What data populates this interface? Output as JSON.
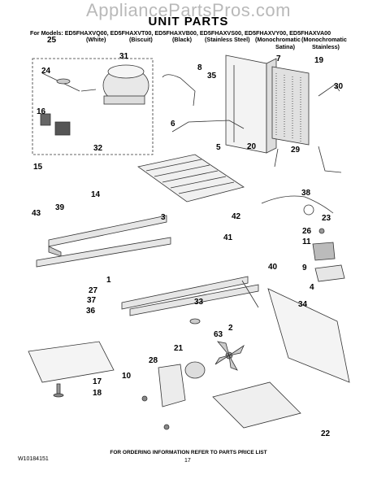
{
  "watermark": "AppliancePartsPros.com",
  "title": "UNIT PARTS",
  "models_line": "For Models: ED5FHAXVQ00, ED5FHAXVT00, ED5FHAXVB00, ED5FHAXVS00, ED5FHAXVY00, ED5FHAXVA00",
  "variants": [
    "(White)",
    "(Biscuit)",
    "(Black)",
    "(Stainless Steel)",
    "(Monochromatic",
    "(Monochromatic"
  ],
  "variant_second_lines": [
    "Satina)",
    "Stainless)"
  ],
  "callouts": [
    "25",
    "31",
    "8",
    "7",
    "19",
    "24",
    "35",
    "30",
    "16",
    "6",
    "5",
    "32",
    "20",
    "29",
    "15",
    "14",
    "38",
    "39",
    "3",
    "42",
    "23",
    "43",
    "41",
    "26",
    "11",
    "9",
    "40",
    "1",
    "27",
    "37",
    "4",
    "33",
    "34",
    "36",
    "63",
    "2",
    "21",
    "28",
    "10",
    "17",
    "18",
    "22"
  ],
  "footer": "FOR ORDERING INFORMATION REFER TO PARTS PRICE LIST",
  "doc_number": "W10184151",
  "page_number": "17"
}
